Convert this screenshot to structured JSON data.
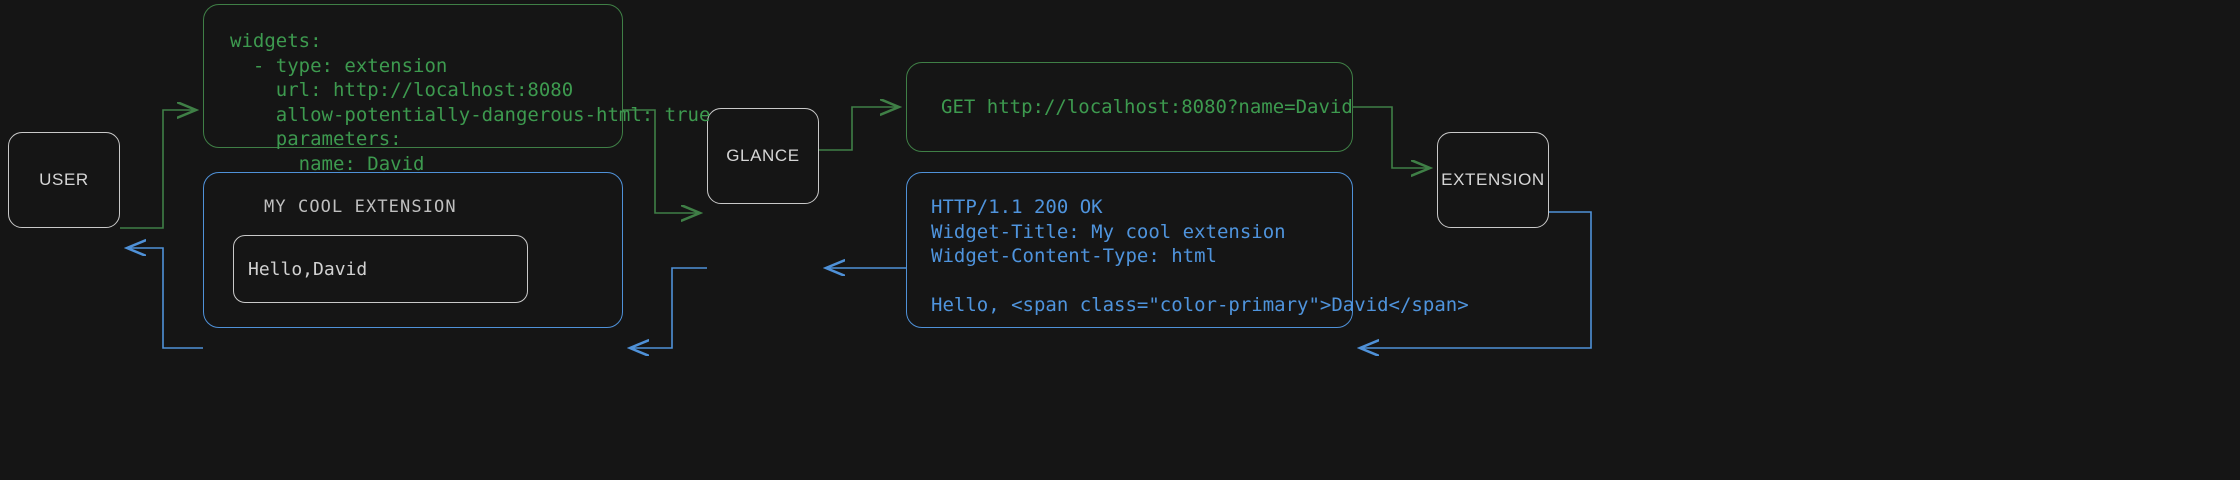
{
  "diagram": {
    "title": "glance extension request flow",
    "background": "#151515",
    "colors": {
      "green": "#3d9a4f",
      "green_border": "#3f7f46",
      "blue": "#4f94dd",
      "blue_border": "#4f91d8",
      "neutral": "#c9c9c9",
      "accent_primary": "#e8622c"
    }
  },
  "nodes": {
    "user": {
      "label": "USER"
    },
    "glance": {
      "label": "GLANCE"
    },
    "extension": {
      "label": "EXTENSION"
    }
  },
  "panels": {
    "yaml_config": {
      "kind": "code",
      "color": "green",
      "text": "widgets:\n  - type: extension\n    url: http://localhost:8080\n    allow-potentially-dangerous-html: true\n    parameters:\n      name: David"
    },
    "get_request": {
      "kind": "code",
      "color": "green",
      "text": "GET http://localhost:8080?name=David"
    },
    "http_response": {
      "kind": "code",
      "color": "blue",
      "text": "HTTP/1.1 200 OK\nWidget-Title: My cool extension\nWidget-Content-Type: html\n\nHello, <span class=\"color-primary\">David</span>"
    },
    "rendered_widget": {
      "kind": "widget",
      "color": "blue",
      "title": "MY COOL EXTENSION",
      "body_prefix": "Hello, ",
      "body_name": "David"
    }
  },
  "arrows": [
    {
      "name": "user-to-config",
      "color": "green",
      "from": "user",
      "to": "yaml-config"
    },
    {
      "name": "config-to-glance",
      "color": "green",
      "from": "yaml-config",
      "to": "glance"
    },
    {
      "name": "glance-to-get",
      "color": "green",
      "from": "glance",
      "to": "get-request"
    },
    {
      "name": "get-to-extension",
      "color": "green",
      "from": "get-request",
      "to": "extension"
    },
    {
      "name": "extension-to-response",
      "color": "blue",
      "from": "extension",
      "to": "http-response"
    },
    {
      "name": "response-to-glance",
      "color": "blue",
      "from": "http-response",
      "to": "glance"
    },
    {
      "name": "glance-to-widget",
      "color": "blue",
      "from": "glance",
      "to": "rendered-widget"
    },
    {
      "name": "widget-to-user",
      "color": "blue",
      "from": "rendered-widget",
      "to": "user"
    }
  ]
}
